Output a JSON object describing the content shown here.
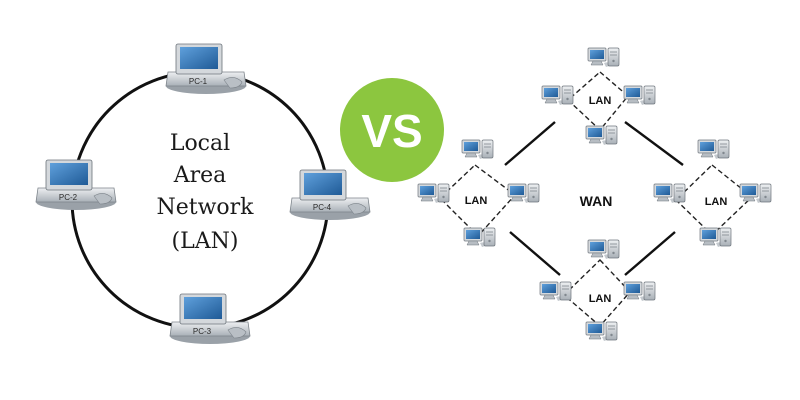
{
  "lan_diagram": {
    "title_lines": [
      "Local",
      "Area",
      "Network",
      "(LAN)"
    ],
    "pc_labels": [
      "PC-1",
      "PC-2",
      "PC-3",
      "PC-4"
    ]
  },
  "vs_badge": {
    "text": "VS",
    "color": "#8cc63f"
  },
  "wan_diagram": {
    "center_label": "WAN",
    "cluster_labels": [
      "LAN",
      "LAN",
      "LAN",
      "LAN"
    ]
  },
  "colors": {
    "screen_blue": "#3a78b6",
    "device_gray": "#c9ced3",
    "line": "#111111"
  },
  "icons": [
    "laptop-icon",
    "desktop-computer-icon",
    "server-tower-icon"
  ]
}
